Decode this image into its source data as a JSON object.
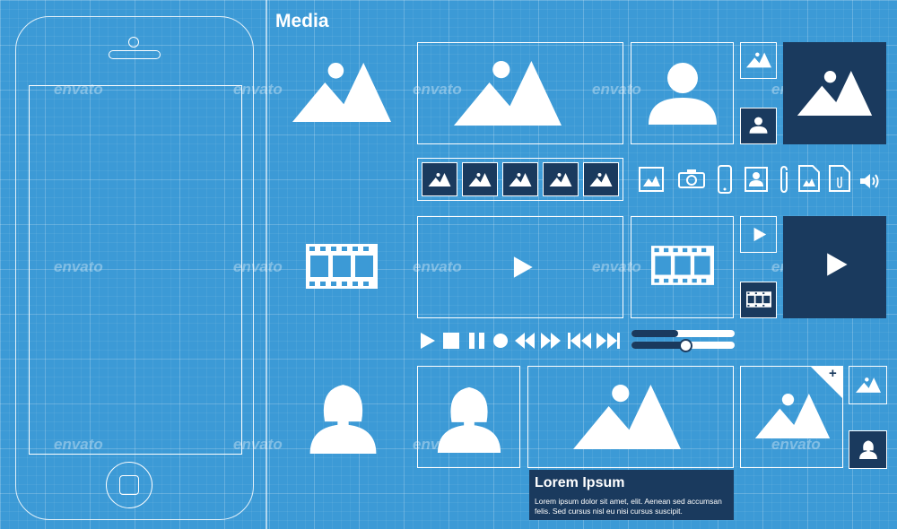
{
  "section_title": "Media",
  "caption": {
    "heading": "Lorem Ipsum",
    "body": "Lorem ipsum dolor sit amet, elit. Aenean sed accumsan felis. Sed cursus nisl eu nisi cursus suscipit."
  },
  "badge_plus": "+",
  "watermark": "envato",
  "icon_row": [
    "image-card-icon",
    "camera-icon",
    "phone-icon",
    "contact-card-icon",
    "paperclip-icon",
    "image-file-icon",
    "attachment-file-icon",
    "speaker-icon"
  ],
  "media_controls": [
    "play-icon",
    "stop-icon",
    "pause-icon",
    "record-icon",
    "rewind-icon",
    "fast-forward-icon",
    "skip-back-icon",
    "skip-forward-icon"
  ],
  "sliders": [
    0.45,
    0.52
  ],
  "colors": {
    "background": "#3c9ad6",
    "panel": "#1a3a5e",
    "line": "#ffffff"
  }
}
